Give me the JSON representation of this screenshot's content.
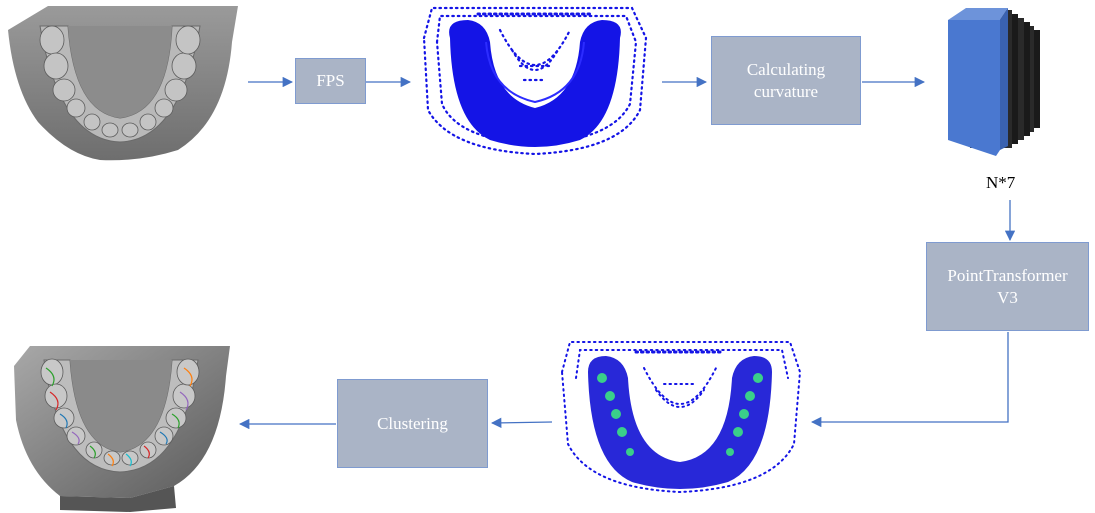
{
  "diagram": {
    "steps": {
      "fps": "FPS",
      "curvature_line1": "Calculating",
      "curvature_line2": "curvature",
      "feature_shape": "N*7",
      "transformer_line1": "PointTransformer",
      "transformer_line2": "V3",
      "clustering": "Clustering"
    },
    "colors": {
      "box_fill": "#aab4c6",
      "box_border": "#7f9bd0",
      "arrow": "#4472c4",
      "point_blue": "#1414e6",
      "feature_cube": "#4a78d0"
    }
  }
}
